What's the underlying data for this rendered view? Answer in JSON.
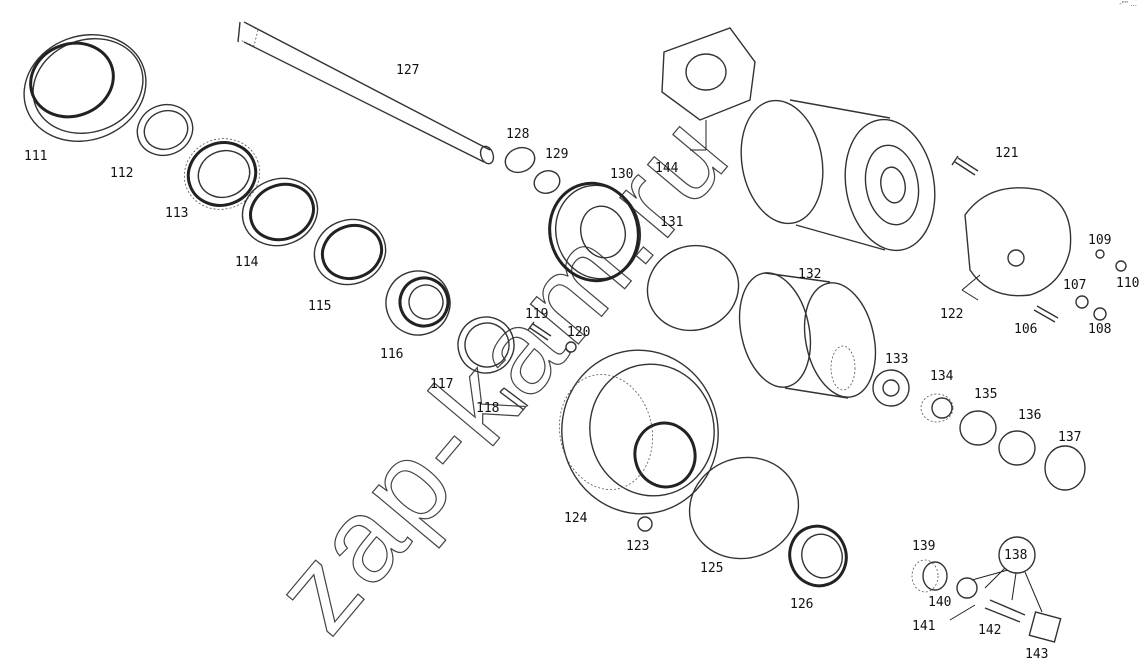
{
  "watermark": "zap-kam.ru",
  "corner_mark": "-\"\" ...",
  "labels": {
    "p106": "106",
    "p107": "107",
    "p108": "108",
    "p109": "109",
    "p110": "110",
    "p111": "111",
    "p112": "112",
    "p113": "113",
    "p114": "114",
    "p115": "115",
    "p116": "116",
    "p117": "117",
    "p118": "118",
    "p119": "119",
    "p120": "120",
    "p121": "121",
    "p122": "122",
    "p123": "123",
    "p124": "124",
    "p125": "125",
    "p126": "126",
    "p127": "127",
    "p128": "128",
    "p129": "129",
    "p130": "130",
    "p131": "131",
    "p132": "132",
    "p133": "133",
    "p134": "134",
    "p135": "135",
    "p136": "136",
    "p137": "137",
    "p138": "138",
    "p139": "139",
    "p140": "140",
    "p141": "141",
    "p142": "142",
    "p143": "143",
    "p144": "144"
  }
}
